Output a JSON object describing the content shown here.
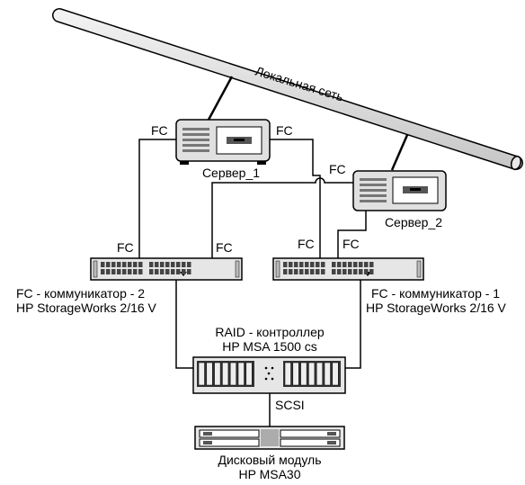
{
  "network": {
    "lan_label": "Локальная сеть"
  },
  "servers": {
    "server1_label": "Сервер_1",
    "server2_label": "Сервер_2"
  },
  "fc_labels": {
    "s1_left": "FC",
    "s1_right": "FC",
    "s2_left": "FC",
    "sw2_left": "FC",
    "sw2_right": "FC",
    "sw1_left": "FC",
    "sw1_right": "FC"
  },
  "switches": {
    "switch2_line1": "FC - коммуникатор - 2",
    "switch2_line2": "HP StorageWorks 2/16 V",
    "switch1_line1": "FC - коммуникатор - 1",
    "switch1_line2": "HP StorageWorks 2/16 V"
  },
  "raid": {
    "line1": "RAID - контроллер",
    "line2": "HP MSA 1500 cs"
  },
  "scsi_label": "SCSI",
  "disk": {
    "line1": "Дисковый модуль",
    "line2": "HP MSA30"
  }
}
